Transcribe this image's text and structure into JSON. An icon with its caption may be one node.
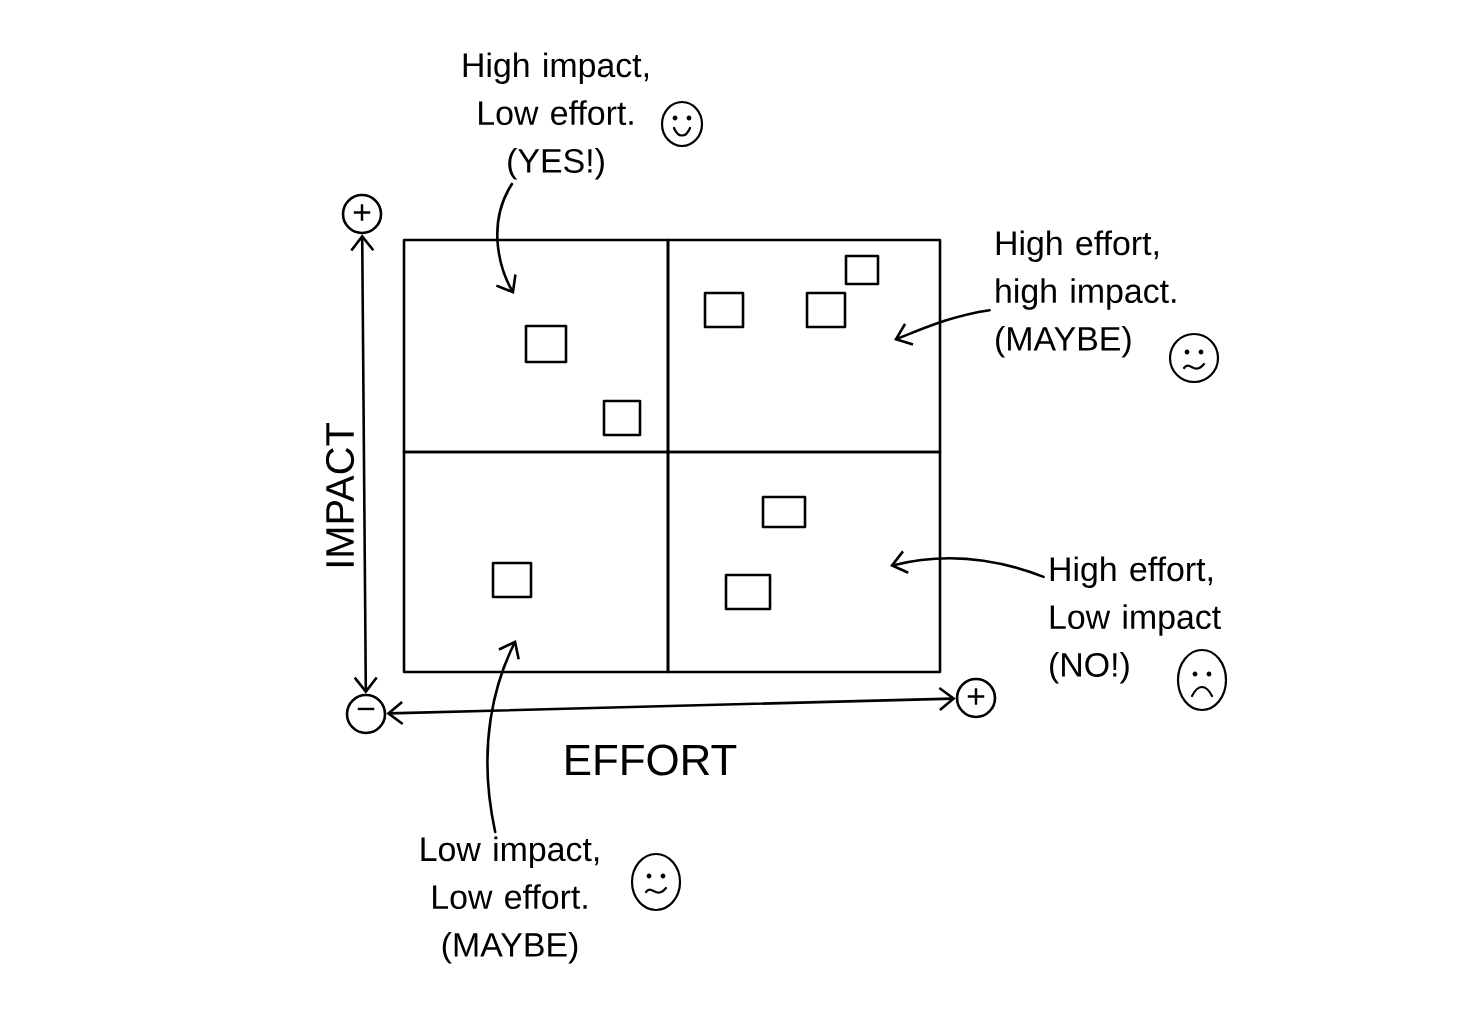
{
  "diagram": {
    "nodes": [
      {
        "text": [
          "High impact, Low effort. (YES!)"
        ]
      },
      {
        "text": [
          "+"
        ]
      },
      {
        "text": [
          "High effort, high impact. (MAYBE)"
        ]
      },
      {
        "text": [],
        "shape": "box"
      },
      {
        "text": [],
        "shape": "box"
      },
      {
        "text": [],
        "shape": "box"
      },
      {
        "text": [],
        "shape": "box"
      },
      {
        "text": [
          "High effort, Low impact (NO!)"
        ]
      },
      {
        "text": [
          "−"
        ]
      },
      {
        "text": [
          "+"
        ]
      },
      {
        "text": [
          "Low impact, Low effort. (MAYBE)"
        ]
      }
    ],
    "edges": [
      {
        "from": 0,
        "to": 3,
        "arrow": "to"
      },
      {
        "from": 2,
        "to": 4,
        "arrow": "to"
      },
      {
        "from": 7,
        "to": 6,
        "arrow": "to"
      },
      {
        "from": 10,
        "to": 5,
        "arrow": "to"
      },
      {
        "from": 8,
        "to": 1,
        "arrow": "both"
      },
      {
        "from": 8,
        "to": 9,
        "arrow": "both"
      }
    ],
    "labels": [
      "IMPACT",
      "EFFORT"
    ]
  }
}
